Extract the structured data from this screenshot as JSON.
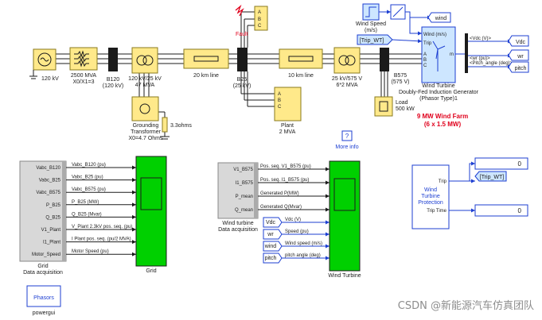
{
  "colors": {
    "bus_yellow": "#ffe98a",
    "bus_border": "#8a7a1e",
    "bus_fill_dark": "#ded07a",
    "breaker_black": "#1b1b1b",
    "wire": "#1b1b1b",
    "signal_blue": "#1d3fd2",
    "scope_green": "#00d000",
    "light_blue": "#cde6ff",
    "red_label": "#e0001c",
    "dark_blue": "#1a1f96",
    "grey_panel": "#d8d8d8",
    "watermark": "#8d8d8d"
  },
  "power": {
    "source": {
      "label": "120 kV"
    },
    "equivalent": {
      "label1": "2500 MVA",
      "label2": "X0/X1=3"
    },
    "b120": {
      "label1": "B120",
      "label2": "(120 kV)"
    },
    "transformer1": {
      "label1": "120 kV/25 kV",
      "label2": "47 MVA"
    },
    "line20": {
      "label": "20 km line"
    },
    "b25": {
      "label1": "B25",
      "label2": "(25 kV)"
    },
    "line10": {
      "label": "10 km line"
    },
    "transformer2": {
      "label1": "25 kV/575 V",
      "label2": "6*2 MVA"
    },
    "b575": {
      "label1": "B575",
      "label2": "(575 V)"
    },
    "fault": {
      "label": "Fault",
      "ports": [
        "A",
        "B",
        "C"
      ]
    },
    "grounding": {
      "label1": "Grounding",
      "label2": "Transformer",
      "label3": "X0=4.7 Ohms",
      "resistor": "3.3ohms"
    },
    "plant": {
      "label1": "Plant",
      "label2": "2 MVA",
      "ports": [
        "A",
        "B",
        "C"
      ]
    },
    "load": {
      "label1": "Load",
      "label2": "500 kW"
    }
  },
  "wind": {
    "speed_block": {
      "label1": "Wind Speed",
      "label2": "(m/s)"
    },
    "goto_wind": "wind",
    "trip_from": "[Trip_WT]",
    "turbine": {
      "ports_in": [
        "Wind (m/s)",
        "Trip",
        "A",
        "B",
        "C"
      ],
      "port_out": "m",
      "title": "Wind Turbine",
      "subtitle1": "Doubly-Fed Induction Generator",
      "subtitle2": "(Phasor Type)1"
    },
    "demux_outputs": [
      "<Vdc (V)>",
      "<wr (pu)>",
      "<Pitch_angle (deg)>"
    ],
    "goto_tags": [
      "Vdc",
      "wr",
      "pitch"
    ],
    "farm_label1": "9 MW Wind Farm",
    "farm_label2": "(6 x 1.5 MW)"
  },
  "info": {
    "icon": "?",
    "label": "More info"
  },
  "grid_daq": {
    "ports": [
      "Vabc_B120",
      "Vabc_B25",
      "Vabc_B575",
      "P_B25",
      "Q_B25",
      "V1_Plant",
      "I1_Plant",
      "Motor_Speed"
    ],
    "signals": [
      "Vabc_B120 (pu)",
      "Vabc_B25 (pu)",
      "Vabc_B575 (pu)",
      "P_B25 (MW)",
      "Q_B25 (Mvar)",
      "V_Plant 2.3kV pos. seq. (pu)",
      "I Plant pos. seq. (pu/2 MVA)",
      "Motor Speed (pu)"
    ],
    "label1": "Grid",
    "label2": "Data acquisition",
    "scope_label": "Grid"
  },
  "wt_daq": {
    "ports": [
      "V1_B575",
      "I1_B575",
      "P_mean",
      "Q_mean"
    ],
    "signals": [
      "Pos. seq. V1_B575 (pu)",
      "Pos. seq. I1_B575 (pu)",
      "Generated P(MW)",
      "Generated Q(Mvar)"
    ],
    "label1": "Wind turbine",
    "label2": "Data acquisition",
    "from_tags": [
      "Vdc",
      "wr",
      "wind",
      "pitch"
    ],
    "from_signals": [
      "Vdc (V)",
      "Speed (pu)",
      "Wind speed (m/s)",
      "pitch angle (deg)"
    ],
    "scope_label": "Wind Turbine"
  },
  "protection": {
    "label1": "Wind",
    "label2": "Turbine",
    "label3": "Protection",
    "out_trip": "Trip",
    "out_trip_time": "Trip Time",
    "goto_trip": "[Trip_WT]",
    "display1": "0",
    "display2": "0"
  },
  "powergui": {
    "block": "Phasors",
    "label": "powergui"
  },
  "watermark": "CSDN @新能源汽车仿真团队"
}
